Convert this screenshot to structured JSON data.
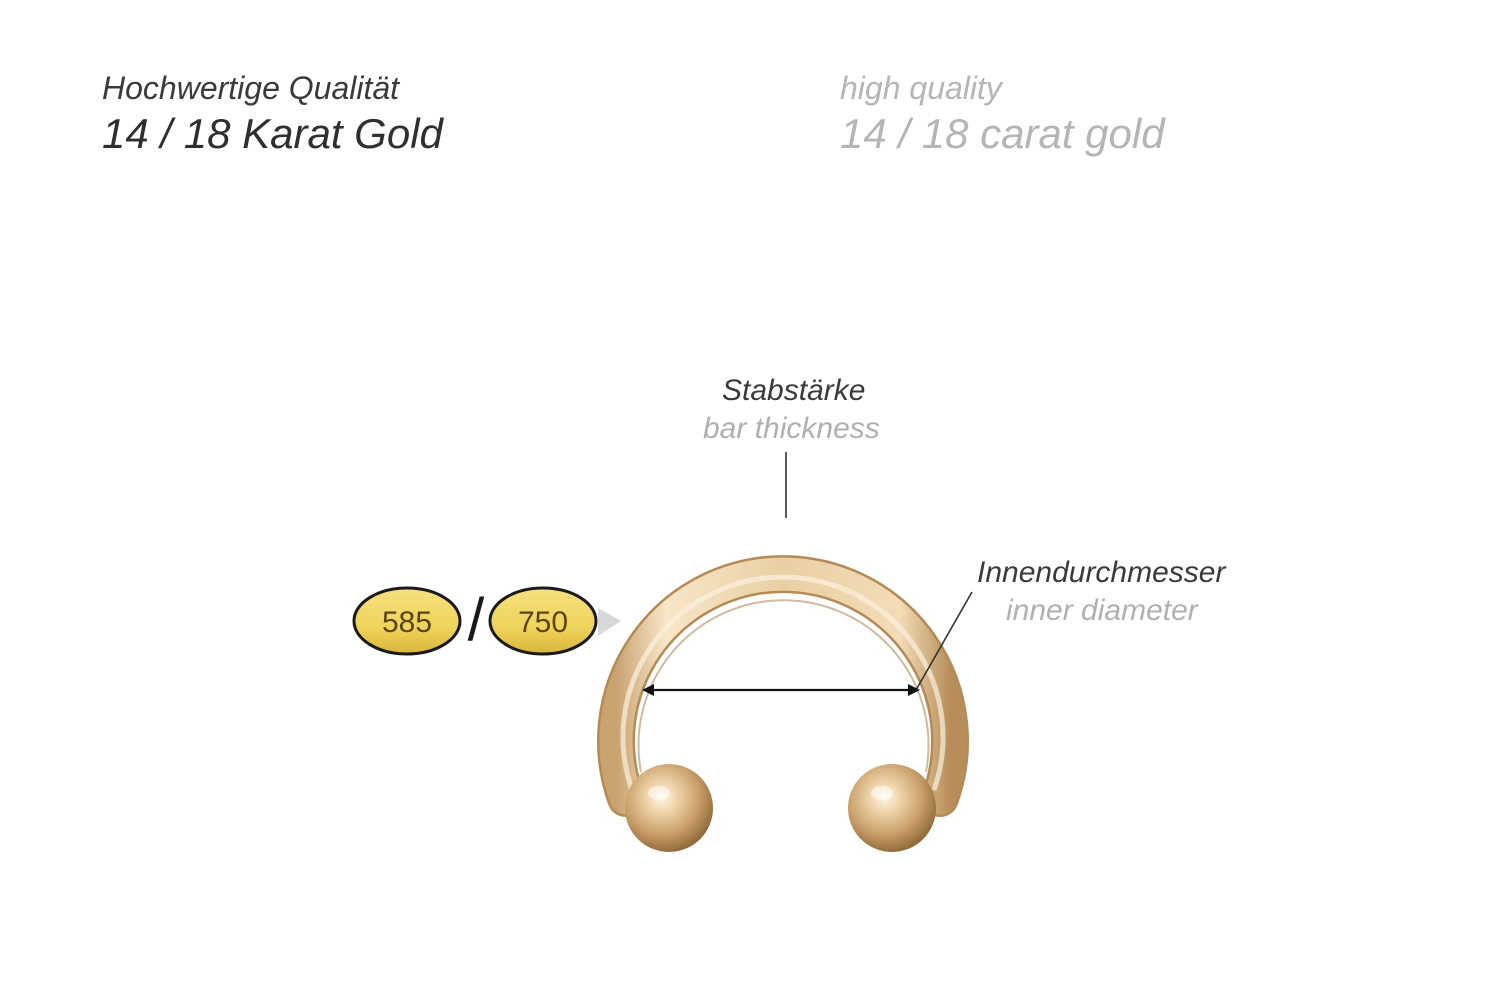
{
  "header": {
    "german_subtitle": "Hochwertige Qualität",
    "german_title": "14 / 18 Karat Gold",
    "english_subtitle": "high quality",
    "english_title": "14 / 18 carat gold"
  },
  "labels": {
    "bar_thickness_de": "Stabstärke",
    "bar_thickness_en": "bar thickness",
    "inner_diameter_de": "Innendurchmesser",
    "inner_diameter_en": "inner diameter"
  },
  "hallmarks": {
    "stamp_14k": "585",
    "separator": "/",
    "stamp_18k": "750"
  },
  "colors": {
    "gold_light": "#f7e3c2",
    "gold_mid": "#e0bf8e",
    "gold_dark": "#b48a55",
    "stamp_fill": "#f0d562"
  },
  "product": {
    "icon": "circular-barbell-horseshoe-ring"
  }
}
